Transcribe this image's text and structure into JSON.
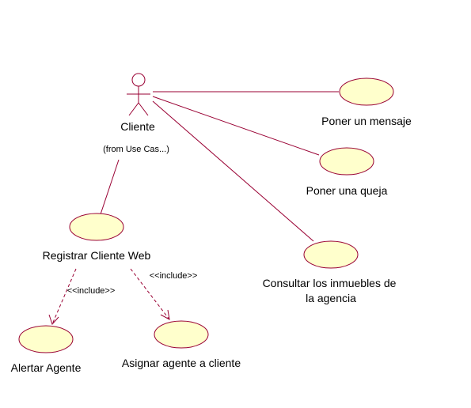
{
  "actor": {
    "name": "Cliente",
    "origin": "(from Use Cas...)"
  },
  "use_cases": {
    "poner_mensaje": "Poner un mensaje",
    "poner_queja": "Poner una queja",
    "consultar_line1": "Consultar los inmuebles de",
    "consultar_line2": "la agencia",
    "registrar": "Registrar Cliente Web",
    "alertar": "Alertar Agente",
    "asignar": "Asignar agente a cliente"
  },
  "relations": {
    "include_alertar": "<<include>>",
    "include_asignar": "<<include>>"
  },
  "colors": {
    "line": "#990033",
    "usecase_fill": "#ffffcc"
  }
}
